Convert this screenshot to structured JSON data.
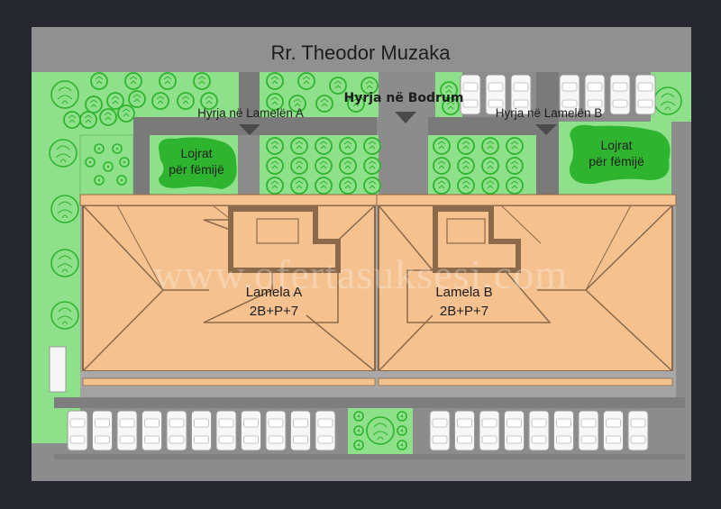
{
  "street": {
    "name": "Rr. Theodor Muzaka"
  },
  "entrances": {
    "lamela_a": "Hyrja në Lamelën A",
    "lamela_b": "Hyrja në Lamelën B",
    "basement": "Hyrja në Bodrum"
  },
  "playgrounds": {
    "left": {
      "line1": "Lojrat",
      "line2": "për fëmijë"
    },
    "right": {
      "line1": "Lojrat",
      "line2": "për fëmijë"
    }
  },
  "buildings": {
    "a": {
      "name": "Lamela A",
      "floors": "2B+P+7"
    },
    "b": {
      "name": "Lamela B",
      "floors": "2B+P+7"
    }
  },
  "watermark": {
    "text": "www.ofertasuksesi.com"
  },
  "colors": {
    "frame": "#25262e",
    "site": "#8c8c8c",
    "grass": "#8fe08a",
    "tree_dark": "#2fb42f",
    "roof": "#f4c18f",
    "roof_outline": "#8a6a4a",
    "parking": "#f7f7f7"
  }
}
